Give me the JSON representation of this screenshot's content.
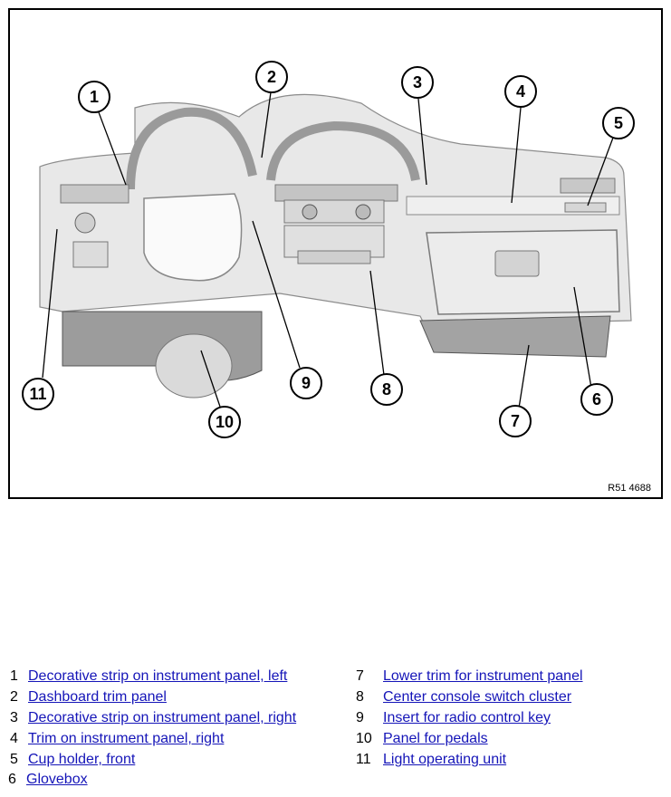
{
  "figure": {
    "reference_code": "R51 4688",
    "callouts": [
      "1",
      "2",
      "3",
      "4",
      "5",
      "6",
      "7",
      "8",
      "9",
      "10",
      "11"
    ]
  },
  "legend": [
    {
      "num": "1",
      "label": "Decorative strip on instrument panel, left"
    },
    {
      "num": "2",
      "label": "Dashboard trim panel"
    },
    {
      "num": "3",
      "label": "Decorative strip on instrument panel, right"
    },
    {
      "num": "4",
      "label": "Trim on instrument panel, right"
    },
    {
      "num": "5",
      "label": "Cup holder, front"
    },
    {
      "num": "6",
      "label": "Glovebox"
    },
    {
      "num": "7",
      "label": "Lower trim for instrument panel"
    },
    {
      "num": "8",
      "label": "Center console switch cluster"
    },
    {
      "num": "9",
      "label": "Insert for radio control key"
    },
    {
      "num": "10",
      "label": "Panel for pedals"
    },
    {
      "num": "11",
      "label": "Light operating unit"
    }
  ],
  "colors": {
    "frame": "#000000",
    "panel_fill": "#e6e6e6",
    "panel_light": "#f2f2f2",
    "panel_shadow": "#bdbdbd",
    "dark_part": "#8a8a8a",
    "link": "#1515b8"
  }
}
